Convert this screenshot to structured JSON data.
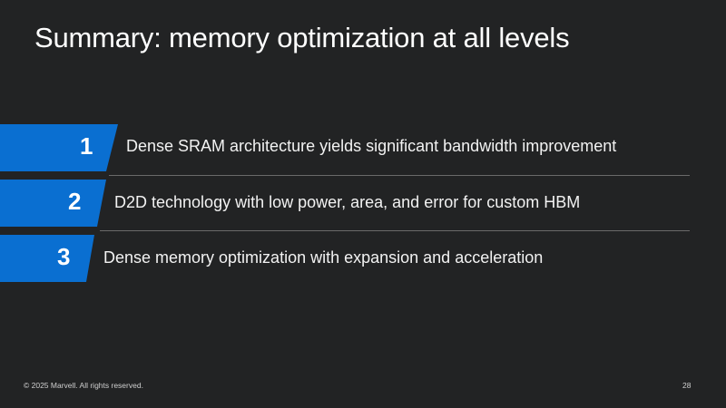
{
  "slide": {
    "title": "Summary: memory optimization at all levels",
    "items": [
      {
        "number": "1",
        "text": "Dense SRAM architecture yields significant bandwidth improvement"
      },
      {
        "number": "2",
        "text": "D2D technology with low power, area, and error for custom HBM"
      },
      {
        "number": "3",
        "text": "Dense memory optimization with expansion and acceleration"
      }
    ],
    "accent_color": "#0a6fd1",
    "footer": {
      "copyright": "© 2025 Marvell. All rights reserved.",
      "page_number": "28"
    }
  }
}
